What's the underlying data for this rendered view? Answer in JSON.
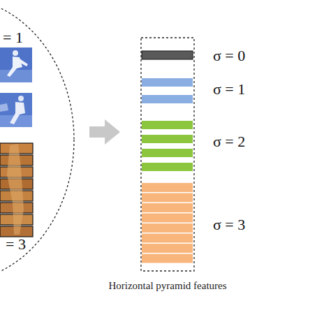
{
  "diagram": {
    "caption": "Horizontal pyramid features",
    "labels": [
      "= 1",
      "σ = 0",
      "σ = 1",
      "σ = 2",
      "σ = 3",
      "= 3"
    ]
  }
}
